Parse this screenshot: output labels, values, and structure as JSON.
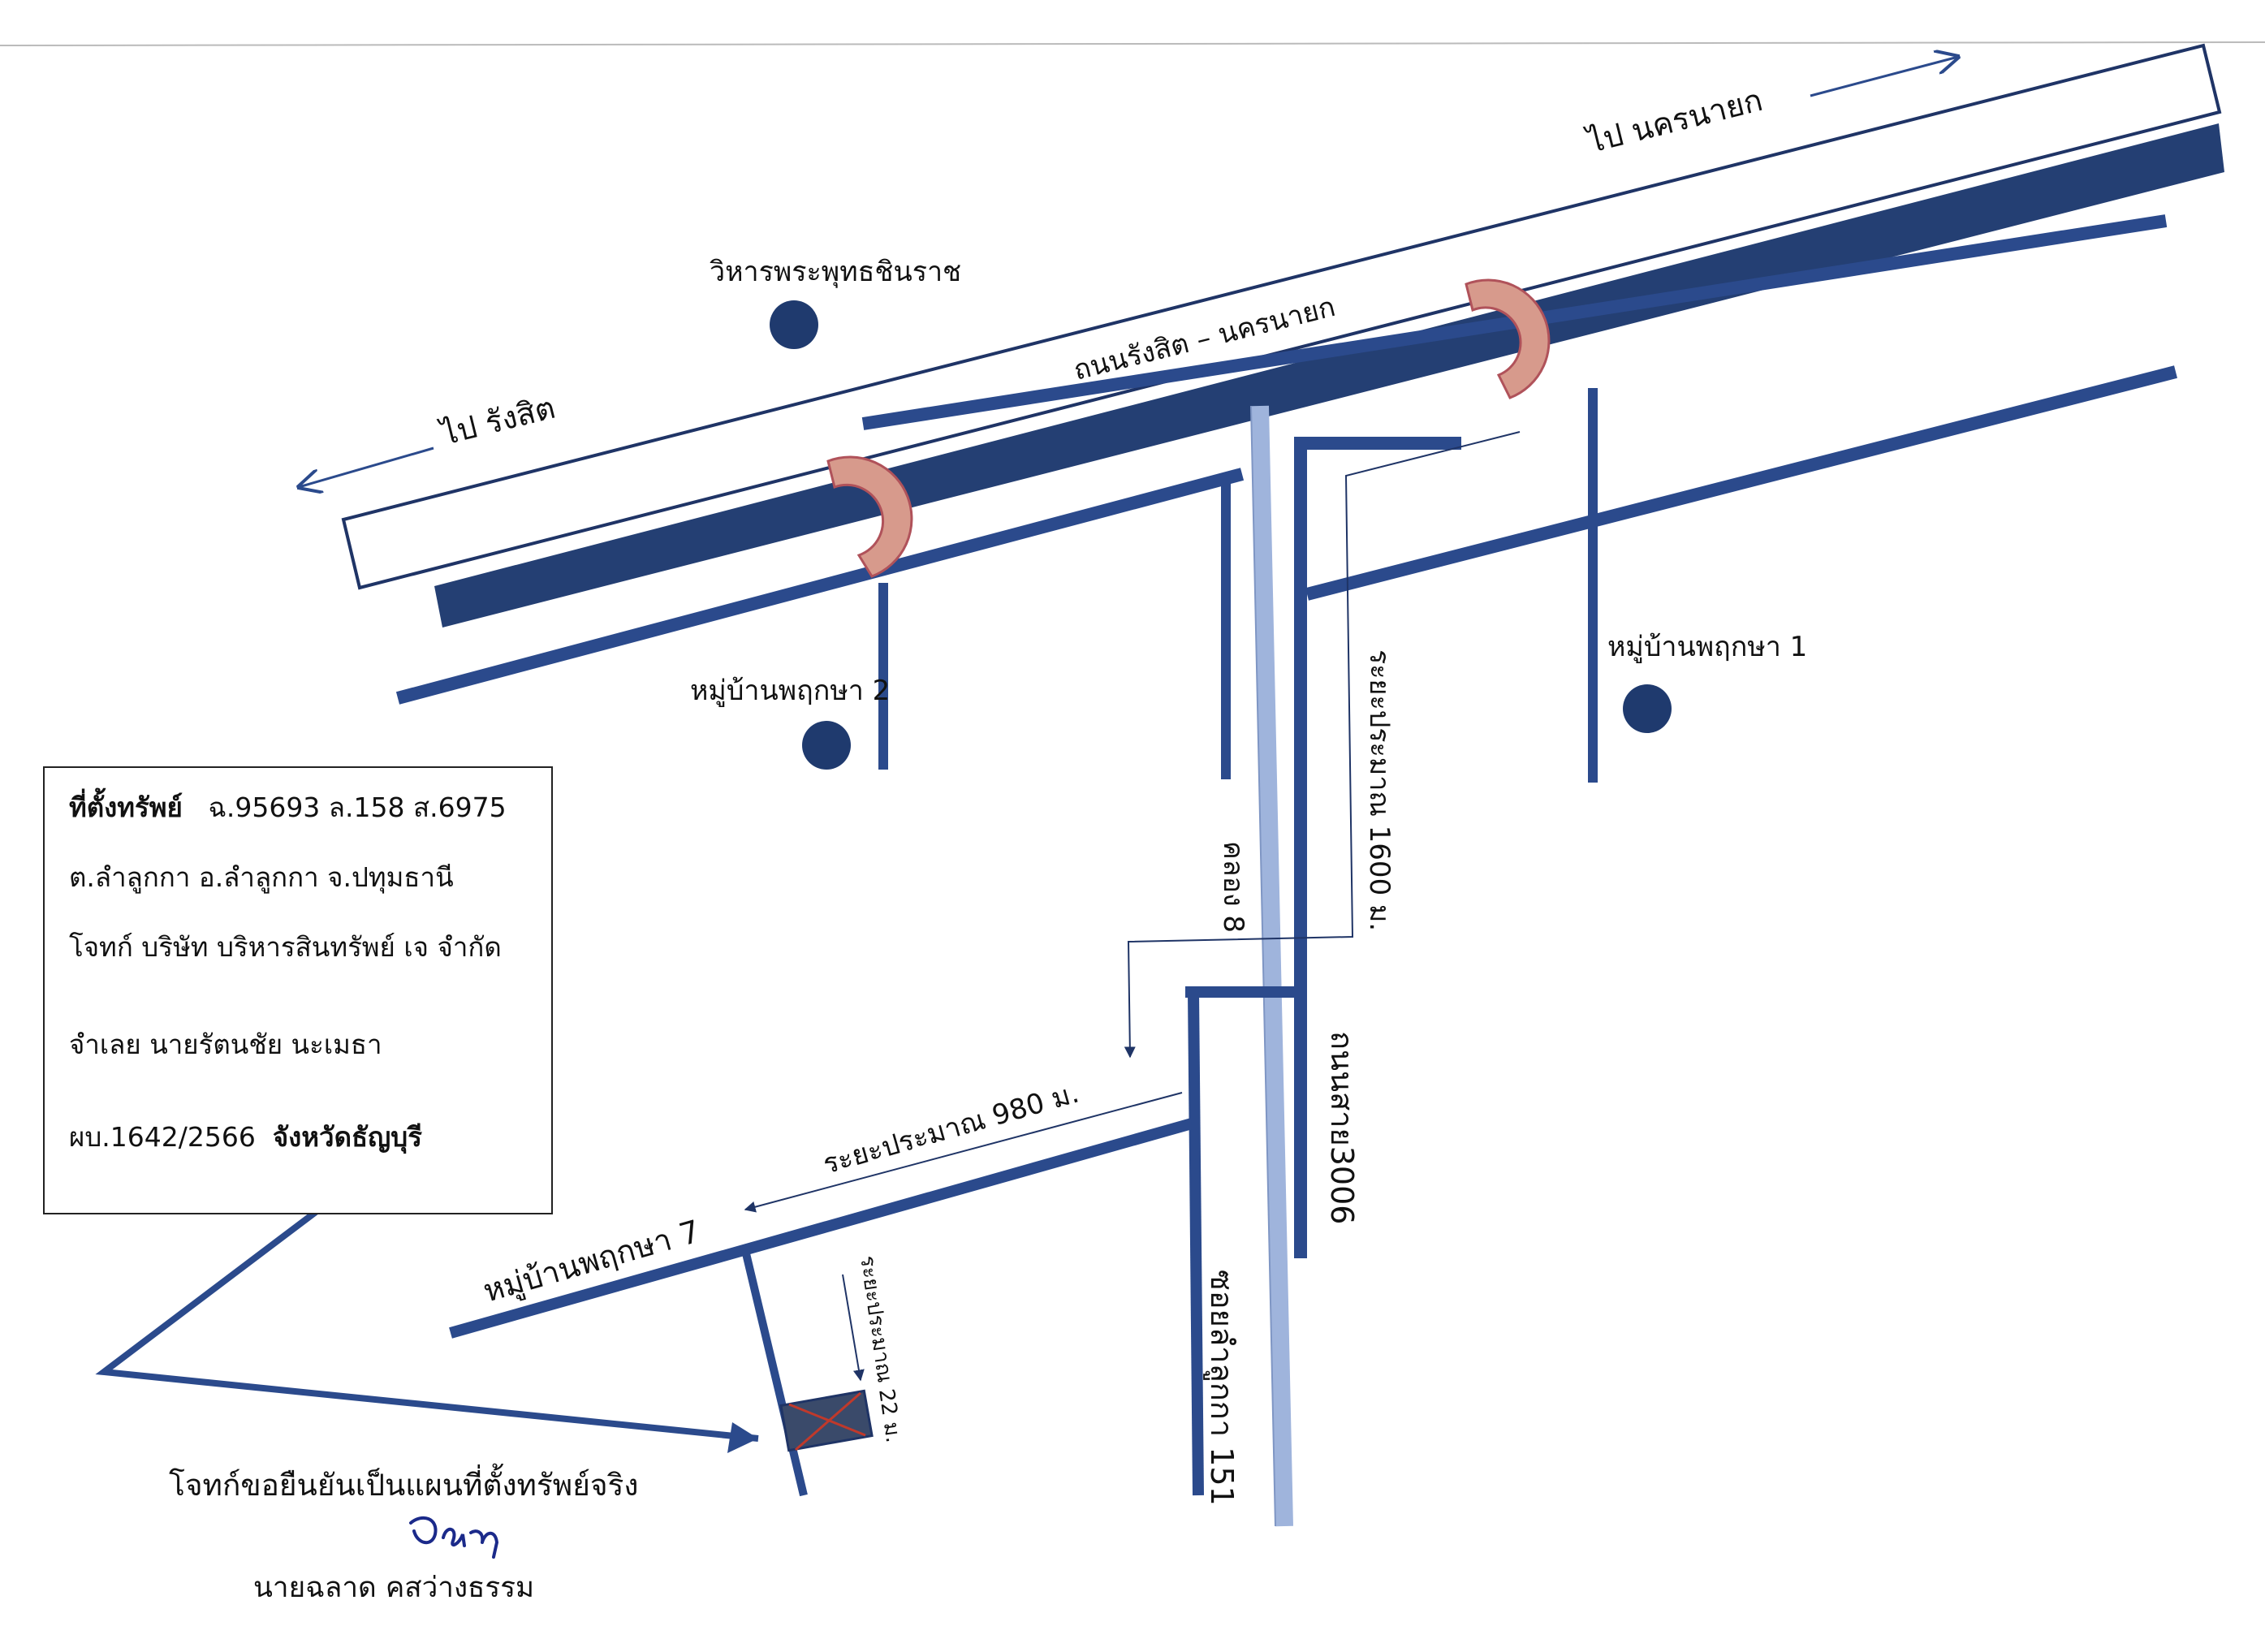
{
  "map": {
    "destination_east": "ไป นครนายก",
    "destination_west": "ไป รังสิต",
    "main_road_label": "ถนนรังสิต – นครนายก",
    "landmark_temple": "วิหารพระพุทธชินราช",
    "village_1": "หมู่บ้านพฤกษา 1",
    "village_2": "หมู่บ้านพฤกษา 2",
    "village_7": "หมู่บ้านพฤกษา 7",
    "canal_label": "คลอง 8",
    "highway_label": "ถนนสาย3006",
    "soi_label": "ซอยลำลูกกา 151",
    "distance_1600": "ระยะประมาณ 1600 ม.",
    "distance_980": "ระยะประมาณ 980 ม.",
    "distance_22": "ระยะประมาณ 22 ม.",
    "colors": {
      "road_dark": "#243f73",
      "road_blue": "#2b4a8c",
      "canal": "#9fb4dc",
      "uturn": "#d79a8c",
      "uturn_outline": "#b0525a",
      "cross": "#c0392b"
    }
  },
  "info_box": {
    "line1_label": "ที่ตั้งทรัพย์",
    "line1_value": "ฉ.95693 ล.158 ส.6975",
    "line2": "ต.ลำลูกกา  อ.ลำลูกกา  จ.ปทุมธานี",
    "line3": "โจทก์ บริษัท บริหารสินทรัพย์ เจ จำกัด",
    "line4": "จำเลย นายรัตนชัย นะเมธา",
    "line5_value": "ผบ.1642/2566",
    "line5_label": "จังหวัดธัญบุรี"
  },
  "footer": {
    "confirm_text": "โจทก์ขอยืนยันเป็นแผนที่ตั้งทรัพย์จริง",
    "signature": "Dan",
    "signer_name": "นายฉลาด  คสว่างธรรม"
  }
}
